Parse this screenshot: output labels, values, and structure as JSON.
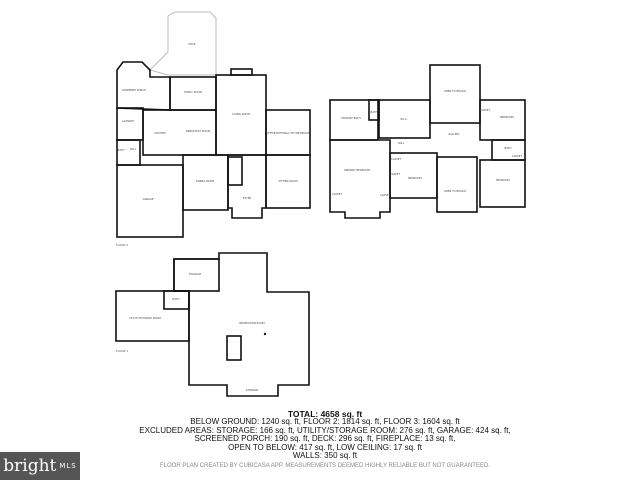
{
  "floors": {
    "floor2": {
      "label": "FLOOR 2",
      "rooms": [
        "DECK",
        "SCREENED PORCH",
        "FAMILY ROOM",
        "LIVING ROOM",
        "OFFICE/OPTIONAL 5TH BEDROOM",
        "LAUNDRY",
        "KITCHEN",
        "BREAKFAST ROOM",
        "BATH",
        "HALL",
        "GARAGE",
        "DINING ROOM",
        "FOYER",
        "SITTING ROOM"
      ]
    },
    "floor3": {
      "rooms": [
        "PRIMARY BATH",
        "BATH",
        "W.I.C.",
        "OPEN TO BELOW",
        "BEDROOM",
        "CLOSET",
        "GALLERY",
        "HALL",
        "PRIMARY BEDROOM",
        "CLOSET",
        "CLOSET",
        "BEDROOM",
        "BATH",
        "CLOSET",
        "BEDROOM",
        "OPEN TO BELOW",
        "CLOSET",
        "CLOSET"
      ]
    },
    "floor1": {
      "label": "FLOOR 1",
      "rooms": [
        "STORAGE",
        "BATH",
        "UTILITY/STORAGE ROOM",
        "RECREATION ROOM",
        "STORAGE"
      ]
    }
  },
  "summary": {
    "total": "TOTAL: 4658 sq. ft",
    "line1": "BELOW GROUND: 1240 sq. ft, FLOOR 2: 1814 sq. ft, FLOOR 3: 1604 sq. ft",
    "line2": "EXCLUDED AREAS: STORAGE: 166 sq. ft, UTILITY/STORAGE ROOM: 276 sq. ft, GARAGE: 424 sq. ft,",
    "line3": "SCREENED PORCH: 190 sq. ft, DECK: 296 sq. ft, FIREPLACE: 13 sq. ft,",
    "line4": "OPEN TO BELOW: 417 sq. ft, LOW CEILING: 17 sq. ft",
    "line5": "WALLS: 350 sq. ft"
  },
  "disclaimer": "FLOOR PLAN CREATED BY CUBICASA APP. MEASUREMENTS DEEMED HIGHLY RELIABLE BUT NOT GUARANTEED.",
  "logo": {
    "brand": "bright",
    "suffix": "MLS"
  }
}
